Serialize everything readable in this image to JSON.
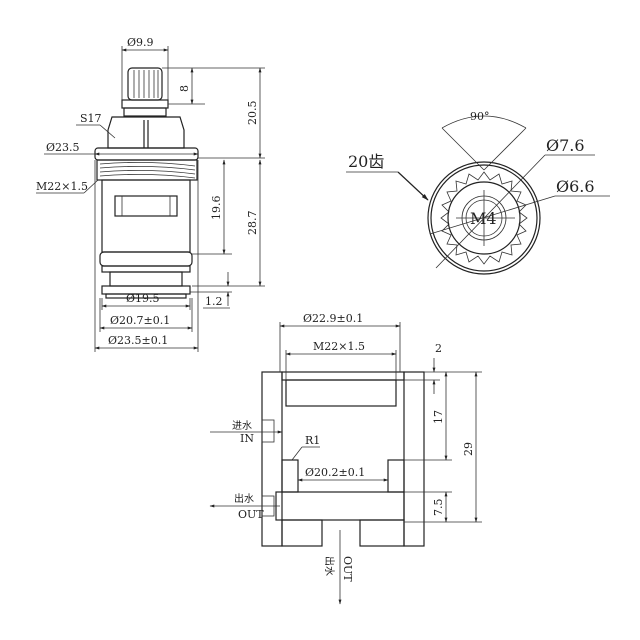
{
  "cartridge": {
    "stem_diameter": "Ø9.9",
    "spline_height": "8",
    "top_height": "20.5",
    "hex_size": "S17",
    "collar_diameter": "Ø23.5",
    "thread": "M22×1.5",
    "body_height": "19.6",
    "total_lower_height": "28.7",
    "bottom_step": "1.2",
    "seat_diameter": "Ø19.5",
    "seal_diameter": "Ø20.7±0.1",
    "body_diameter": "Ø23.5±0.1"
  },
  "spline_view": {
    "teeth": "20齿",
    "angle": "90°",
    "outer_diameter": "Ø7.6",
    "inner_diameter": "Ø6.6",
    "screw": "M4"
  },
  "housing": {
    "bore_diameter": "Ø22.9±0.1",
    "thread": "M22×1.5",
    "chamfer_depth": "2",
    "bore_depth": "17",
    "total_depth": "29",
    "radius": "R1",
    "seat_diameter": "Ø20.2±0.1",
    "outlet_height": "7.5",
    "inlet_cn": "进水",
    "inlet_en": "IN",
    "outlet_cn": "出水",
    "outlet_en": "OUT",
    "bottom_outlet_cn": "出水",
    "bottom_outlet_en": "OUT"
  }
}
